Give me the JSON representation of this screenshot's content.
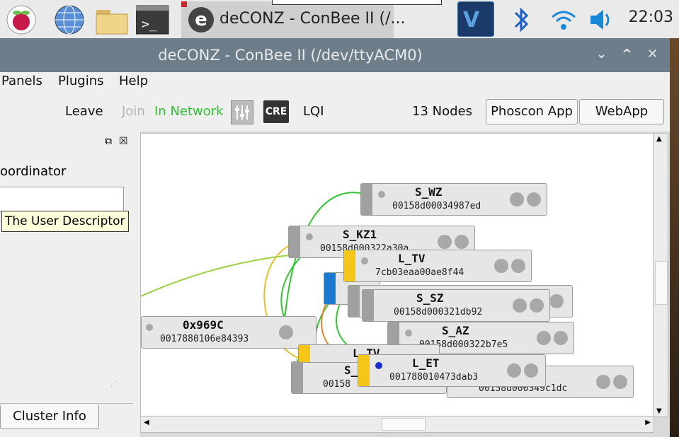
{
  "taskbar": {
    "app_title": "deCONZ - ConBee II (/...",
    "clock": "22:03",
    "icons": [
      "raspberry-icon",
      "globe-icon",
      "folder-icon",
      "terminal-icon",
      "vnc-icon",
      "bluetooth-icon",
      "wifi-icon",
      "volume-icon"
    ]
  },
  "window": {
    "title": "deCONZ - ConBee II (/dev/ttyACM0)",
    "controls": [
      "⌄",
      "^",
      "✕"
    ]
  },
  "menu": {
    "items": [
      "Panels",
      "Plugins",
      "Help"
    ]
  },
  "toolbar": {
    "leave": "Leave",
    "join": "Join",
    "status": "In Network",
    "cre": "CRE",
    "lqi": "LQI",
    "nodes": "13 Nodes",
    "phoscon": "Phoscon App",
    "webapp": "WebApp",
    "colors": {
      "status": "#2fc22f",
      "disabled": "#b5b5b5"
    }
  },
  "left_panel": {
    "label": "oordinator",
    "tooltip": "The User Descriptor",
    "cluster_button": "Cluster Info",
    "panel_buttons": [
      "⧉",
      "☒"
    ]
  },
  "nodes": [
    {
      "name": "S_WZ",
      "mac": "00158d00034987ed"
    },
    {
      "name": "S_KZ1",
      "mac": "00158d000322a30a"
    },
    {
      "name": "L_TV",
      "mac": "7cb03eaa00ae8f44"
    },
    {
      "name": "S_SZ",
      "mac": "00158d000321db92"
    },
    {
      "name": "S_AZ",
      "mac": "00158d000322b7e5"
    },
    {
      "name": "0x969C",
      "mac": "0017880106e84393"
    },
    {
      "name": "L_TV",
      "mac": ""
    },
    {
      "name": "S_",
      "mac": "00158"
    },
    {
      "name": "L_ET",
      "mac": "001788010473dab3"
    },
    {
      "name": "",
      "mac": "00158d000349c1dc"
    }
  ]
}
